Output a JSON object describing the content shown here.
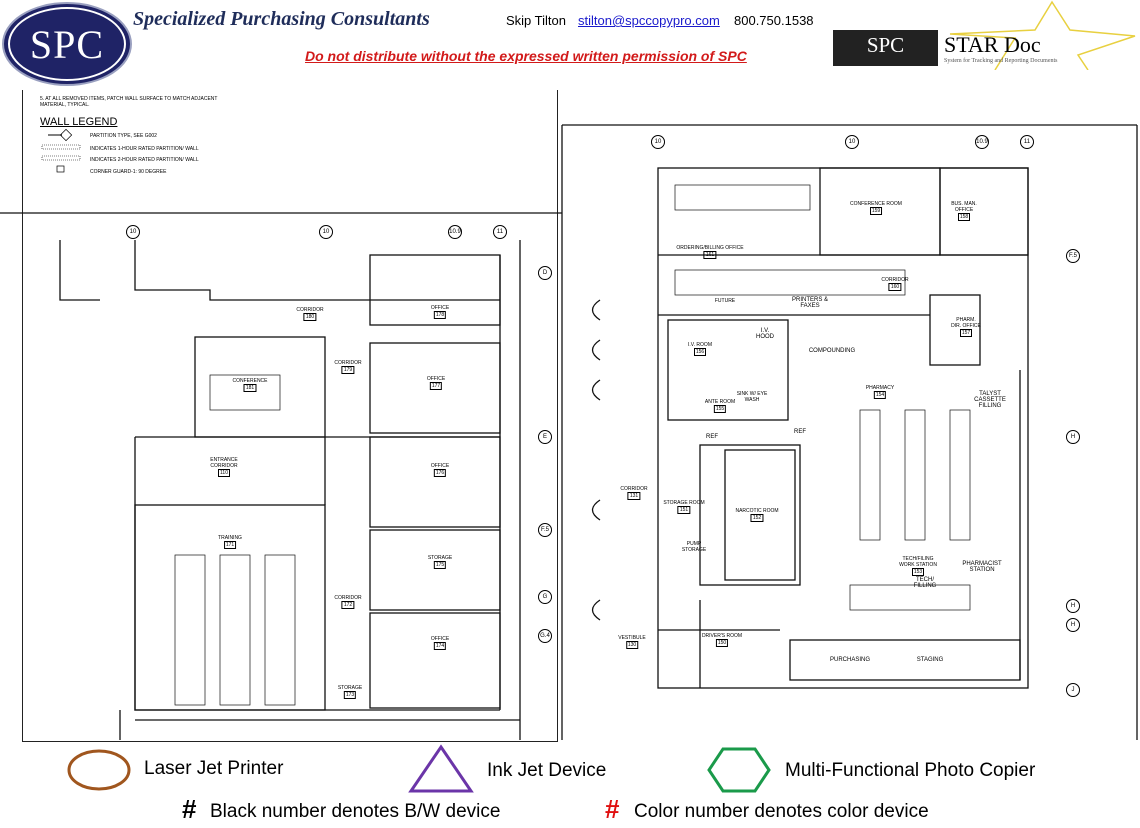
{
  "header": {
    "logo_text": "SPC",
    "company": "Specialized Purchasing Consultants",
    "contact_name": "Skip Tilton",
    "email": "stilton@spccopypro.com",
    "phone": "800.750.1538",
    "warning": "Do not distribute without the expressed written permission of SPC",
    "stardoc_logo": "SPC",
    "stardoc_title": "STAR Doc",
    "stardoc_sub": "System for Tracking and Reporting Documents"
  },
  "left_plan": {
    "note": "5. AT ALL REMOVED ITEMS, PATCH WALL SURFACE TO MATCH ADJACENT MATERIAL, TYPICAL.",
    "wall_legend_title": "WALL LEGEND",
    "wall_legend": [
      "PARTITION TYPE, SEE G002",
      "INDICATES 1-HOUR RATED PARTITION/ WALL",
      "INDICATES 2-HOUR RATED PARTITION/ WALL",
      "CORNER GUARD-1: 90 DEGREE"
    ],
    "grid_cols": [
      "10",
      "10",
      "10.9",
      "11"
    ],
    "grid_rows": [
      "D",
      "E",
      "F.5",
      "G",
      "G.4"
    ],
    "rooms": [
      {
        "n": "CONFERENCE",
        "no": "181"
      },
      {
        "n": "CORRIDOR",
        "no": "180"
      },
      {
        "n": "OFFICE",
        "no": "178"
      },
      {
        "n": "CORRIDOR",
        "no": "179"
      },
      {
        "n": "OFFICE",
        "no": "177"
      },
      {
        "n": "ENTRANCE CORRIDOR",
        "no": "110"
      },
      {
        "n": "OFFICE",
        "no": "176"
      },
      {
        "n": "TRAINING",
        "no": "171"
      },
      {
        "n": "STORAGE",
        "no": "175"
      },
      {
        "n": "CORRIDOR",
        "no": "172"
      },
      {
        "n": "OFFICE",
        "no": "174"
      },
      {
        "n": "STORAGE",
        "no": "173"
      }
    ]
  },
  "right_plan": {
    "grid_cols": [
      "10",
      "10",
      "10.9",
      "11"
    ],
    "grid_rows": [
      "F.5",
      "H",
      "H",
      "H",
      "J"
    ],
    "rooms": [
      {
        "n": "ORDERING/BILLING OFFICE",
        "no": "161"
      },
      {
        "n": "CONFERENCE ROOM",
        "no": "159"
      },
      {
        "n": "BUS. MAN. OFFICE",
        "no": "158"
      },
      {
        "n": "CORRIDOR",
        "no": "160"
      },
      {
        "n": "PHARM. DIR. OFFICE",
        "no": "157"
      },
      {
        "n": "I.V. ROOM",
        "no": "156"
      },
      {
        "n": "PHARMACY",
        "no": "154"
      },
      {
        "n": "ANTE ROOM",
        "no": "155"
      },
      {
        "n": "STORAGE ROOM",
        "no": "151"
      },
      {
        "n": "NARCOTIC ROOM",
        "no": "152"
      },
      {
        "n": "CORRIDOR",
        "no": "131"
      },
      {
        "n": "TECH/FILING WORK STATION",
        "no": "153"
      },
      {
        "n": "VESTIBULE",
        "no": "130"
      },
      {
        "n": "DRIVER'S ROOM",
        "no": "150"
      }
    ],
    "labels": [
      "FUTURE",
      "PRINTERS & FAXES",
      "COMPOUNDING",
      "TALYST CASSETTE FILLING",
      "PHARMACIST STATION",
      "TECH/ FILLING",
      "PURCHASING",
      "STAGING",
      "PUMP STORAGE",
      "REF",
      "REF",
      "I.V. HOOD",
      "SINK W/ EYE WASH"
    ]
  },
  "legend": {
    "laser": "Laser Jet Printer",
    "inkjet": "Ink Jet Device",
    "mfp": "Multi-Functional Photo Copier",
    "hash": "#",
    "bw": "Black number denotes B/W device",
    "color": "Color number denotes color device",
    "laser_color": "#a0561e",
    "inkjet_color": "#6b35a8",
    "mfp_color": "#1a9a4a",
    "hash_color": "#e01010"
  }
}
